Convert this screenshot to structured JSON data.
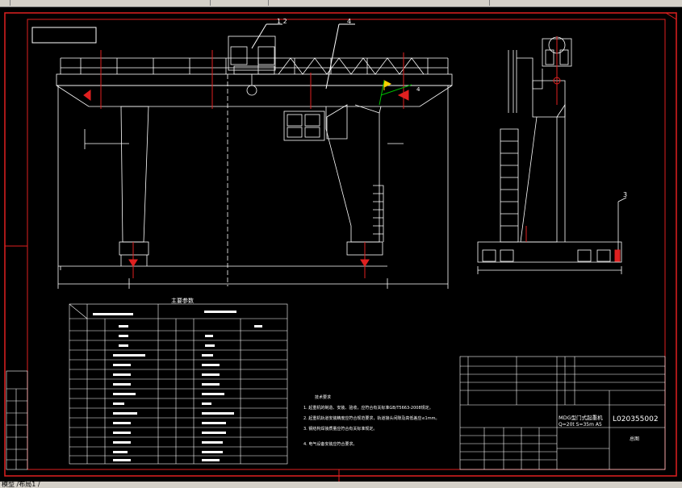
{
  "window": {
    "status_text": "模型 /布局1 /"
  },
  "drawing": {
    "callout_12": "1 2",
    "callout_4": "4",
    "callout_3": "3",
    "callout_4b": "4",
    "legend_title": "主要参数",
    "notes": [
      "技术要求",
      "1. 起重机的制造、安装、验收，应符合有关标准GB/T5663-2008规定。",
      "2. 起重机轨道安装精度应符合规范要求，轨道接头间隙及高低差应≤1mm。",
      "3. 钢结构焊接质量应符合有关标准规定。",
      "4. 电气设备安装应符合要求。"
    ],
    "title_block": {
      "product": "MDG型门式起重机",
      "spec": "Q=20t  S=35m A5",
      "drawing_no": "L020355002",
      "sheet": "总图"
    }
  }
}
